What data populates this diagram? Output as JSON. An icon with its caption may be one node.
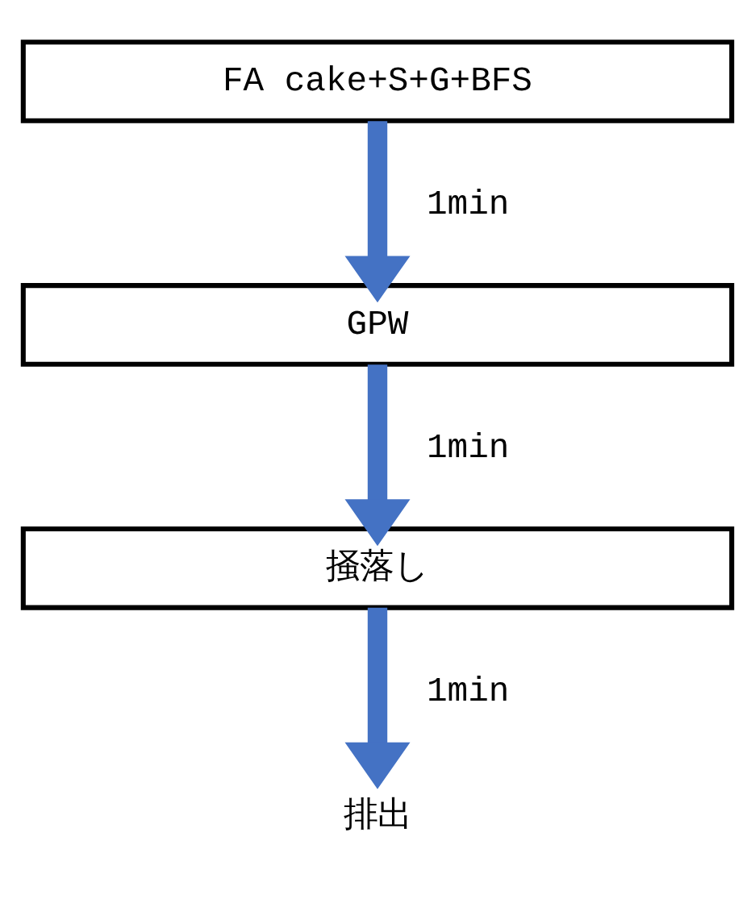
{
  "diagram": {
    "nodes": [
      {
        "text": [
          "FA cake+S+G+BFS"
        ]
      },
      {
        "text": [
          "GPW"
        ]
      },
      {
        "text": [
          "掻落し"
        ]
      },
      {
        "text": [
          "排出"
        ]
      }
    ],
    "edges": [
      {
        "from": 0,
        "to": 1,
        "arrow": "to",
        "label": "1min"
      },
      {
        "from": 1,
        "to": 2,
        "arrow": "to",
        "label": "1min"
      },
      {
        "from": 2,
        "to": 3,
        "arrow": "to",
        "label": "1min"
      }
    ]
  }
}
